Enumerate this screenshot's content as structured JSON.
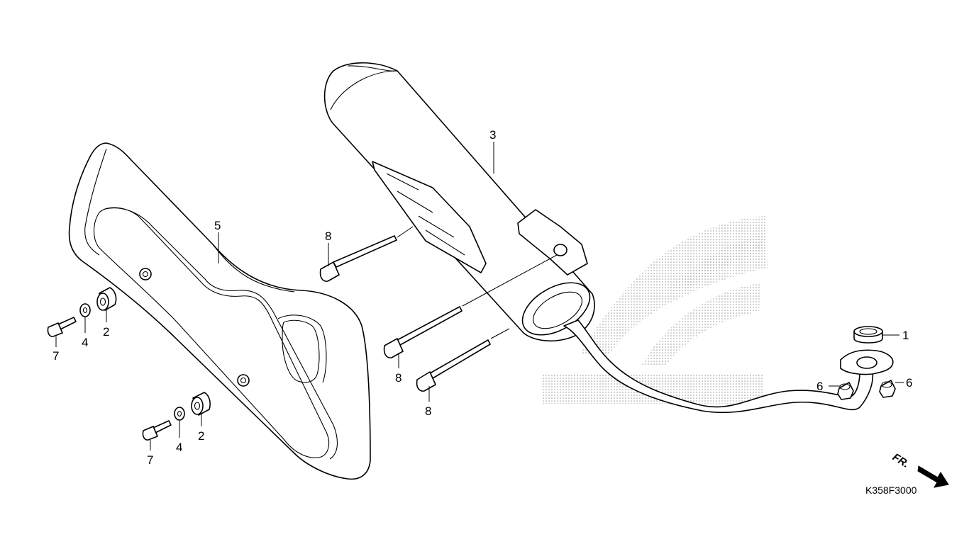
{
  "diagram": {
    "code": "K358F3000",
    "direction_label": "FR.",
    "colors": {
      "line": "#000000",
      "background": "#ffffff",
      "watermark": "#9a9a9a"
    },
    "watermark": "honda-wing-logo",
    "parts": [
      {
        "id": "p1",
        "label": "1",
        "depicts": "gasket-ring"
      },
      {
        "id": "p2a",
        "label": "2",
        "depicts": "rubber-collar"
      },
      {
        "id": "p2b",
        "label": "2",
        "depicts": "rubber-collar"
      },
      {
        "id": "p3",
        "label": "3",
        "depicts": "muffler"
      },
      {
        "id": "p4a",
        "label": "4",
        "depicts": "washer"
      },
      {
        "id": "p4b",
        "label": "4",
        "depicts": "washer"
      },
      {
        "id": "p5",
        "label": "5",
        "depicts": "muffler-protector"
      },
      {
        "id": "p6a",
        "label": "6",
        "depicts": "cap-nut"
      },
      {
        "id": "p6b",
        "label": "6",
        "depicts": "cap-nut"
      },
      {
        "id": "p7a",
        "label": "7",
        "depicts": "flange-bolt"
      },
      {
        "id": "p7b",
        "label": "7",
        "depicts": "flange-bolt"
      },
      {
        "id": "p8a",
        "label": "8",
        "depicts": "long-flange-bolt"
      },
      {
        "id": "p8b",
        "label": "8",
        "depicts": "long-flange-bolt"
      },
      {
        "id": "p8c",
        "label": "8",
        "depicts": "long-flange-bolt"
      }
    ]
  }
}
